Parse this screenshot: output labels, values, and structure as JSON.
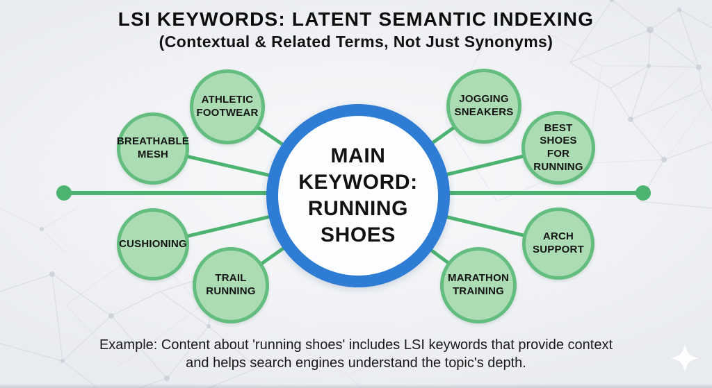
{
  "header": {
    "title": "LSI KEYWORDS: LATENT SEMANTIC INDEXING",
    "subtitle": "(Contextual & Related Terms, Not Just Synonyms)"
  },
  "diagram": {
    "center": {
      "label": "MAIN\nKEYWORD:\nRUNNING\nSHOES"
    },
    "satellites": [
      {
        "id": "athletic-footwear",
        "label": "ATHLETIC\nFOOTWEAR"
      },
      {
        "id": "breathable-mesh",
        "label": "BREATHABLE\nMESH"
      },
      {
        "id": "cushioning",
        "label": "CUSHIONING"
      },
      {
        "id": "trail-running",
        "label": "TRAIL\nRUNNING"
      },
      {
        "id": "jogging-sneakers",
        "label": "JOGGING\nSNEAKERS"
      },
      {
        "id": "best-shoes-for-running",
        "label": "BEST\nSHOES FOR\nRUNNING"
      },
      {
        "id": "arch-support",
        "label": "ARCH\nSUPPORT"
      },
      {
        "id": "marathon-training",
        "label": "MARATHON\nTRAINING"
      }
    ]
  },
  "footer": {
    "example_line1": "Example: Content about 'running shoes' includes LSI keywords that provide context",
    "example_line2": "and helps search engines understand the topic's depth."
  },
  "colors": {
    "node_fill": "#abdcb4",
    "node_border": "#63bd7f",
    "connector": "#4db371",
    "center_ring": "#2e7cd3",
    "center_fill": "#fcfdff",
    "text": "#121212",
    "background": "#eef1f3"
  }
}
